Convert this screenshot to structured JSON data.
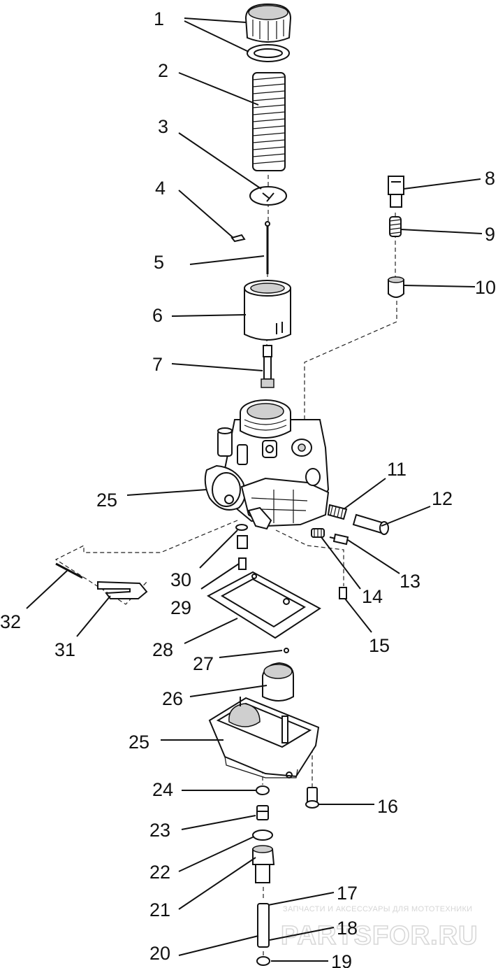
{
  "callouts": [
    {
      "id": "c1",
      "text": "1"
    },
    {
      "id": "c2",
      "text": "2"
    },
    {
      "id": "c3",
      "text": "3"
    },
    {
      "id": "c4",
      "text": "4"
    },
    {
      "id": "c5",
      "text": "5"
    },
    {
      "id": "c6",
      "text": "6"
    },
    {
      "id": "c7",
      "text": "7"
    },
    {
      "id": "c8",
      "text": "8"
    },
    {
      "id": "c9",
      "text": "9"
    },
    {
      "id": "c10",
      "text": "10"
    },
    {
      "id": "c11",
      "text": "11"
    },
    {
      "id": "c12",
      "text": "12"
    },
    {
      "id": "c13",
      "text": "13"
    },
    {
      "id": "c14",
      "text": "14"
    },
    {
      "id": "c15",
      "text": "15"
    },
    {
      "id": "c16",
      "text": "16"
    },
    {
      "id": "c17",
      "text": "17"
    },
    {
      "id": "c18",
      "text": "18"
    },
    {
      "id": "c19",
      "text": "19"
    },
    {
      "id": "c20",
      "text": "20"
    },
    {
      "id": "c21",
      "text": "21"
    },
    {
      "id": "c22",
      "text": "22"
    },
    {
      "id": "c23",
      "text": "23"
    },
    {
      "id": "c24",
      "text": "24"
    },
    {
      "id": "c25a",
      "text": "25"
    },
    {
      "id": "c25b",
      "text": "25"
    },
    {
      "id": "c26",
      "text": "26"
    },
    {
      "id": "c27",
      "text": "27"
    },
    {
      "id": "c28",
      "text": "28"
    },
    {
      "id": "c29",
      "text": "29"
    },
    {
      "id": "c30",
      "text": "30"
    },
    {
      "id": "c31",
      "text": "31"
    },
    {
      "id": "c32",
      "text": "32"
    }
  ],
  "watermark": {
    "tagline": "ЗАПЧАСТИ И АКСЕССУАРЫ ДЛЯ МОТОТЕХНИКИ",
    "brand": "PARTSFOR.RU"
  }
}
